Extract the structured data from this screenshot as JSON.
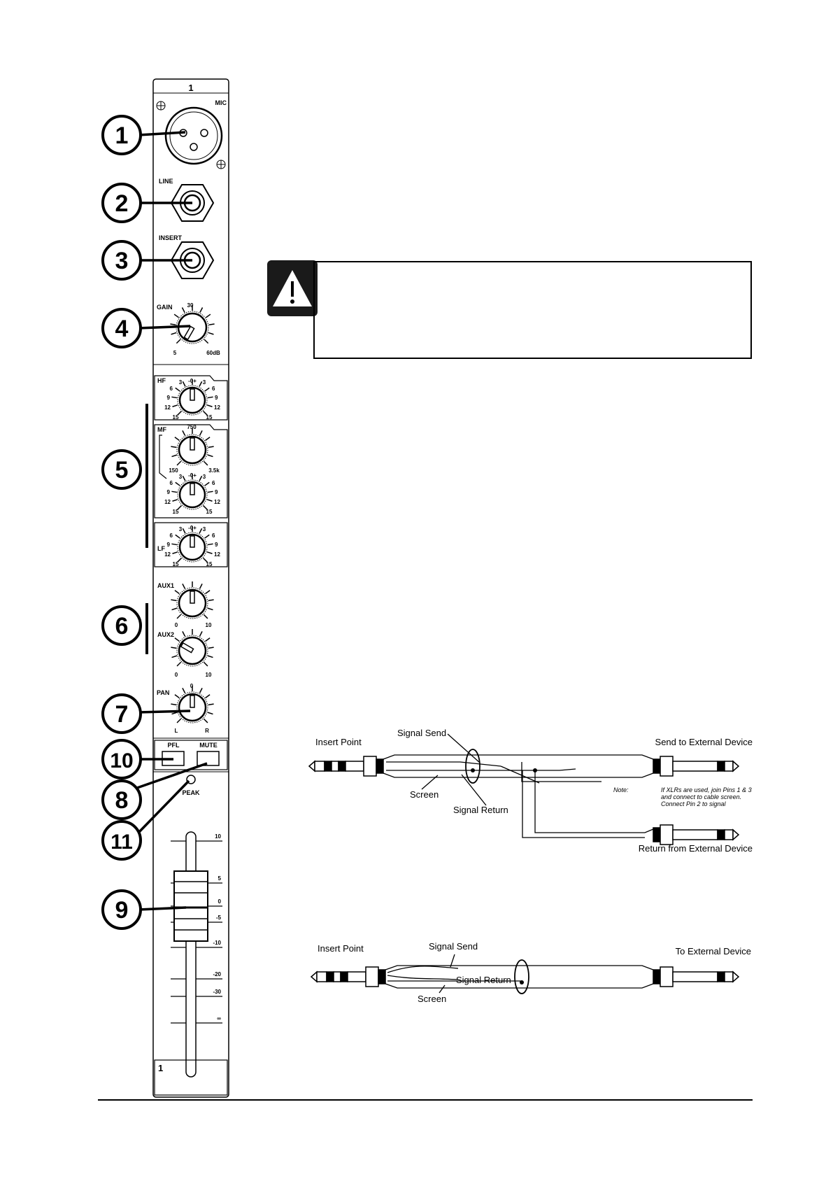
{
  "strip": {
    "channel_number_top": "1",
    "channel_number_bottom": "1",
    "mic_label": "MIC",
    "line_label": "LINE",
    "insert_label": "INSERT",
    "gain": {
      "label": "GAIN",
      "mid": "30",
      "min": "5",
      "max": "60dB"
    },
    "hf": {
      "label": "HF"
    },
    "mf": {
      "label": "MF",
      "freq_mid": "750",
      "freq_min": "150",
      "freq_max": "3.5k"
    },
    "lf": {
      "label": "LF"
    },
    "eq_scale": {
      "center": "-0+",
      "l3": "3",
      "l6": "6",
      "l9": "9",
      "l12": "12",
      "l15": "15",
      "r3": "3",
      "r6": "6",
      "r9": "9",
      "r12": "12",
      "r15": "15"
    },
    "aux1": {
      "label": "AUX1",
      "min": "0",
      "max": "10"
    },
    "aux2": {
      "label": "AUX2",
      "min": "0",
      "max": "10"
    },
    "pan": {
      "label": "PAN",
      "mid": "0",
      "left": "L",
      "right": "R"
    },
    "pfl_label": "PFL",
    "mute_label": "MUTE",
    "peak_label": "PEAK",
    "fader_scale": [
      "10",
      "5",
      "0",
      "-5",
      "-10",
      "-20",
      "-30",
      "∞"
    ]
  },
  "callouts": [
    "1",
    "2",
    "3",
    "4",
    "5",
    "6",
    "7",
    "10",
    "8",
    "11",
    "9"
  ],
  "wiring1": {
    "insert_point": "Insert Point",
    "signal_send": "Signal Send",
    "send_to": "Send to External Device",
    "screen": "Screen",
    "signal_return": "Signal Return",
    "note_label": "Note:",
    "note_lines": [
      "If XLRs are used, join Pins 1 & 3",
      "and connect to cable screen.",
      "Connect Pin 2 to signal"
    ],
    "return_from": "Return from External Device"
  },
  "wiring2": {
    "insert_point": "Insert Point",
    "signal_send": "Signal Send",
    "to_device": "To External Device",
    "signal_return": "Signal Return",
    "screen": "Screen"
  },
  "warning_icon": "warning-triangle-icon"
}
